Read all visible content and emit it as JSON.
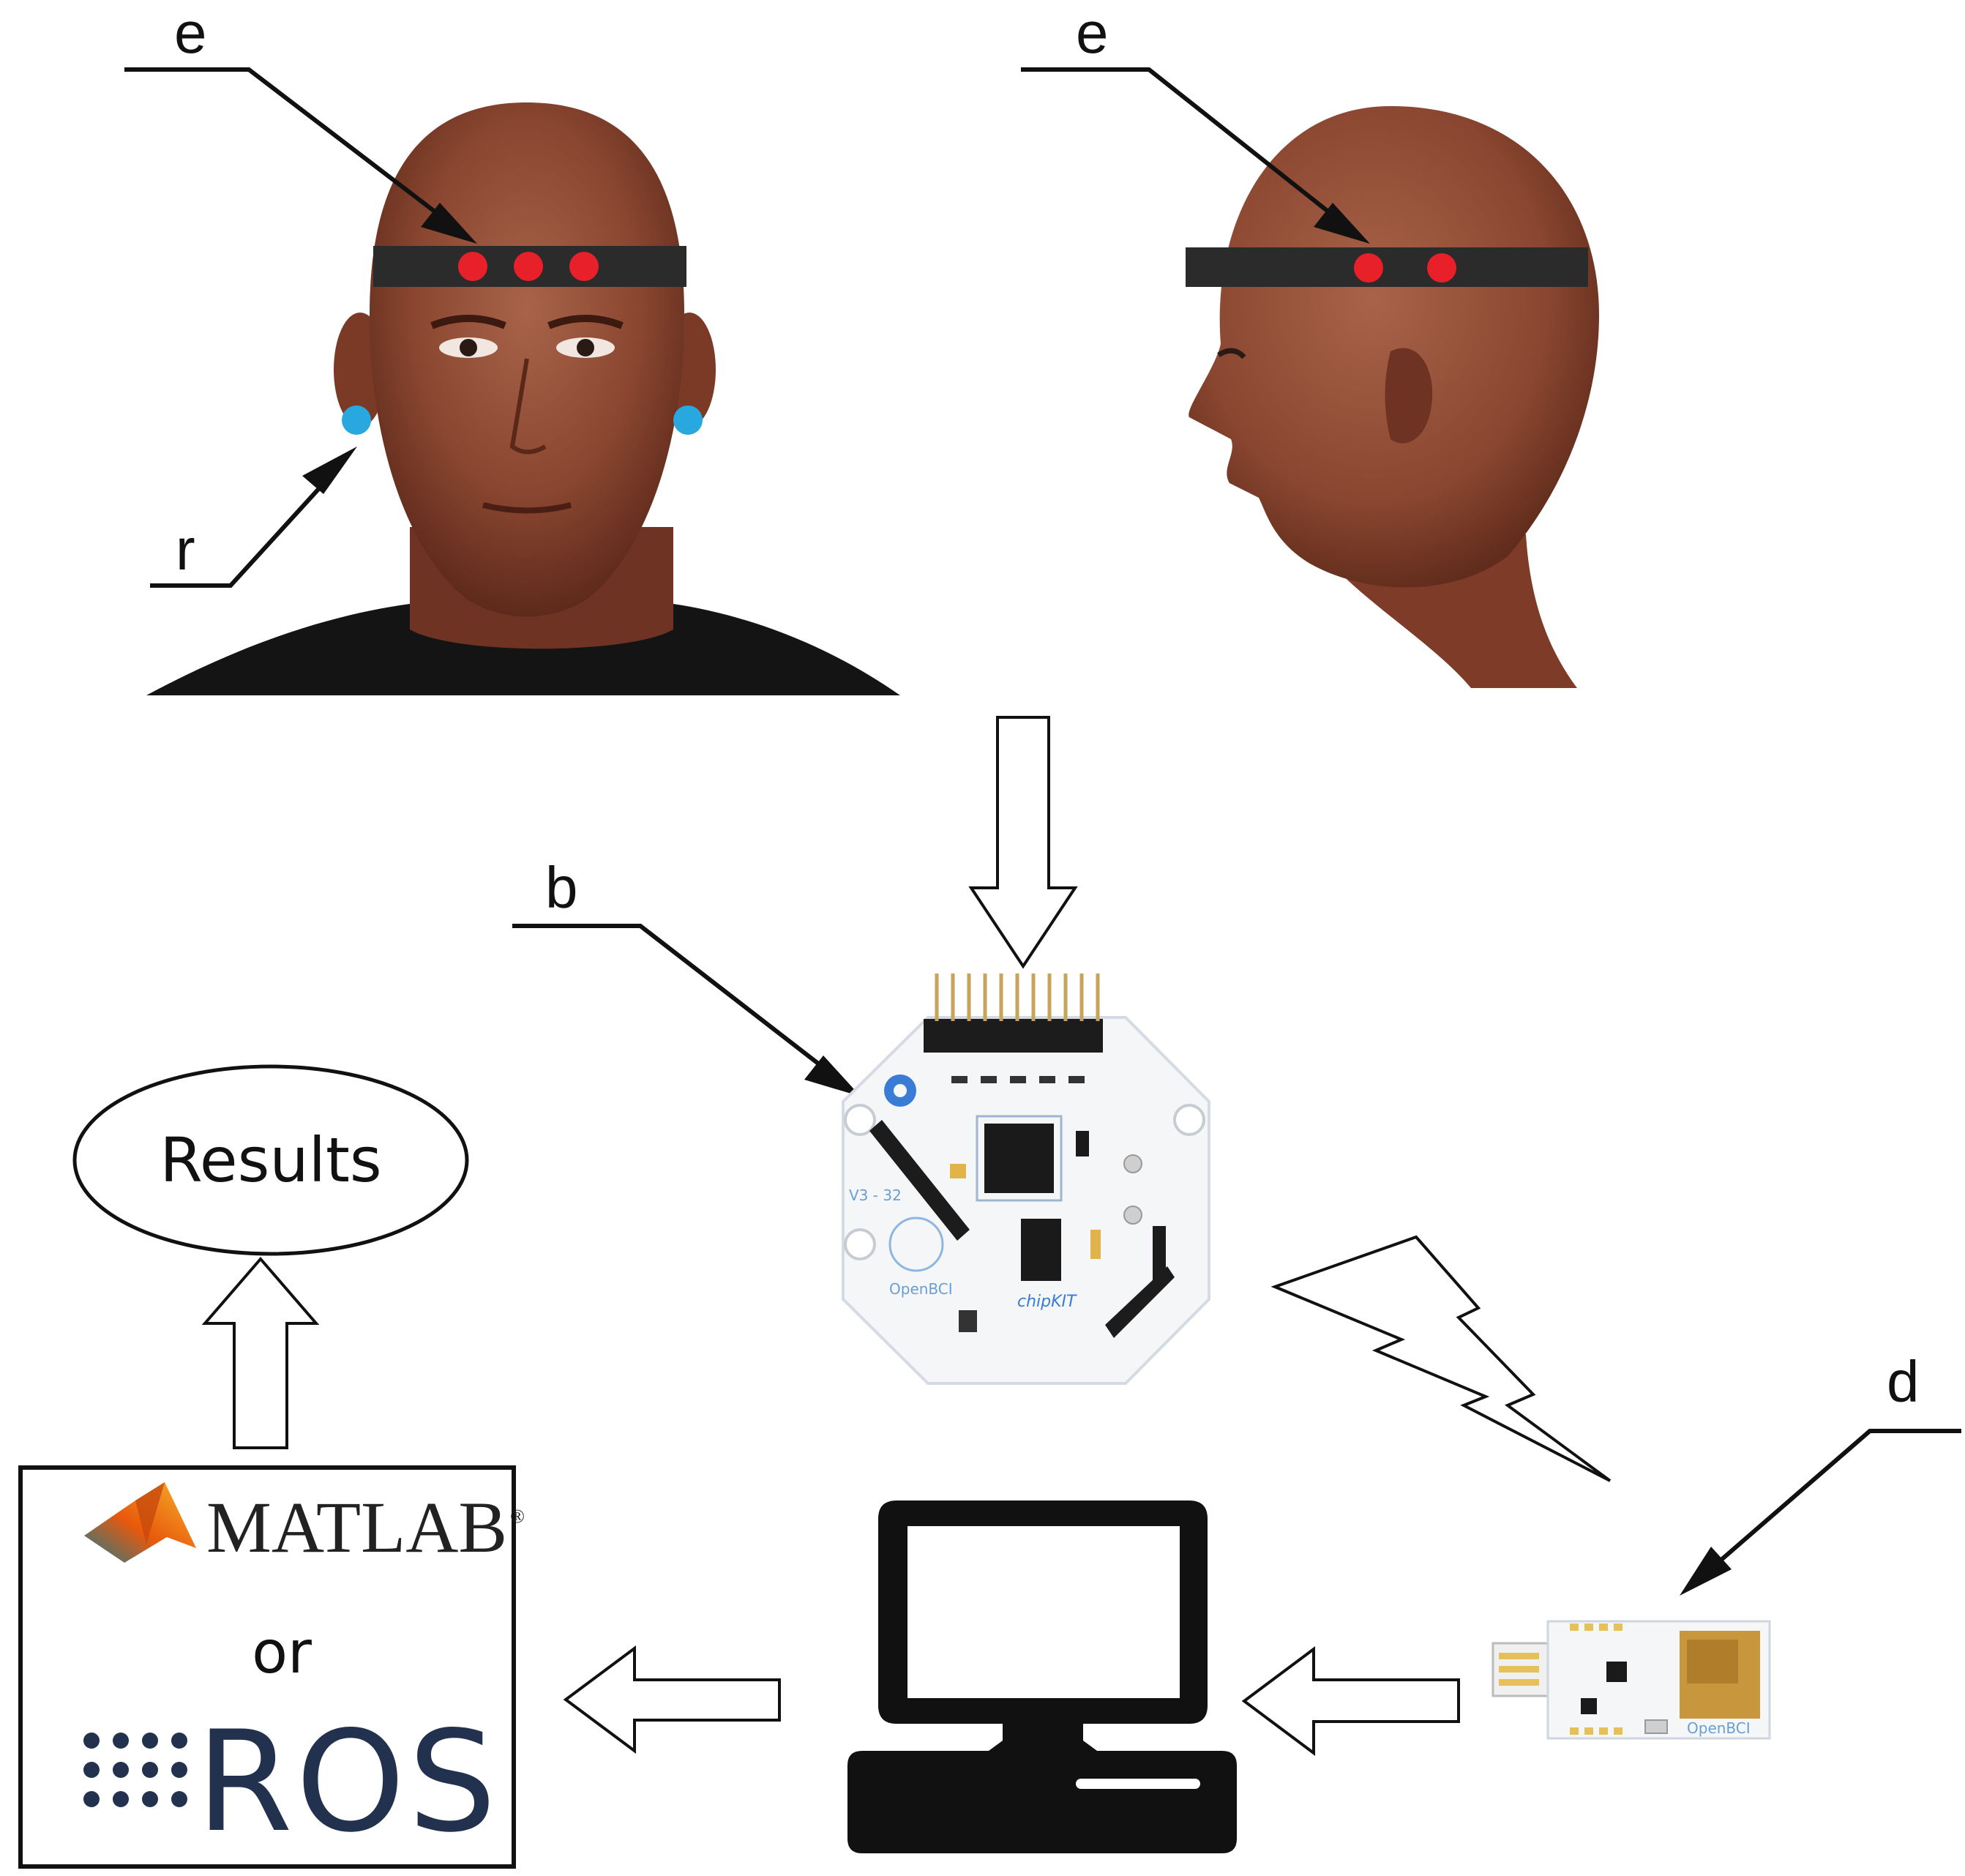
{
  "labels": {
    "electrodes_front": "e",
    "electrodes_side": "e",
    "reference": "r",
    "board": "b",
    "dongle": "d"
  },
  "results_label": "Results",
  "software": {
    "matlab": "MATLAB",
    "trademark": "®",
    "separator": "or",
    "ros": "ROS"
  },
  "board_marks": {
    "openbci": "OpenBCI",
    "chipkit": "chipKIT",
    "version": "V3 - 32"
  },
  "dongle_marks": {
    "openbci": "OpenBCI"
  },
  "colors": {
    "skin": "#7d3f2a",
    "headband": "#2b2b2b",
    "electrode": "#e8202a",
    "ear_reference": "#29a8e0",
    "ros_dark": "#22314e"
  }
}
